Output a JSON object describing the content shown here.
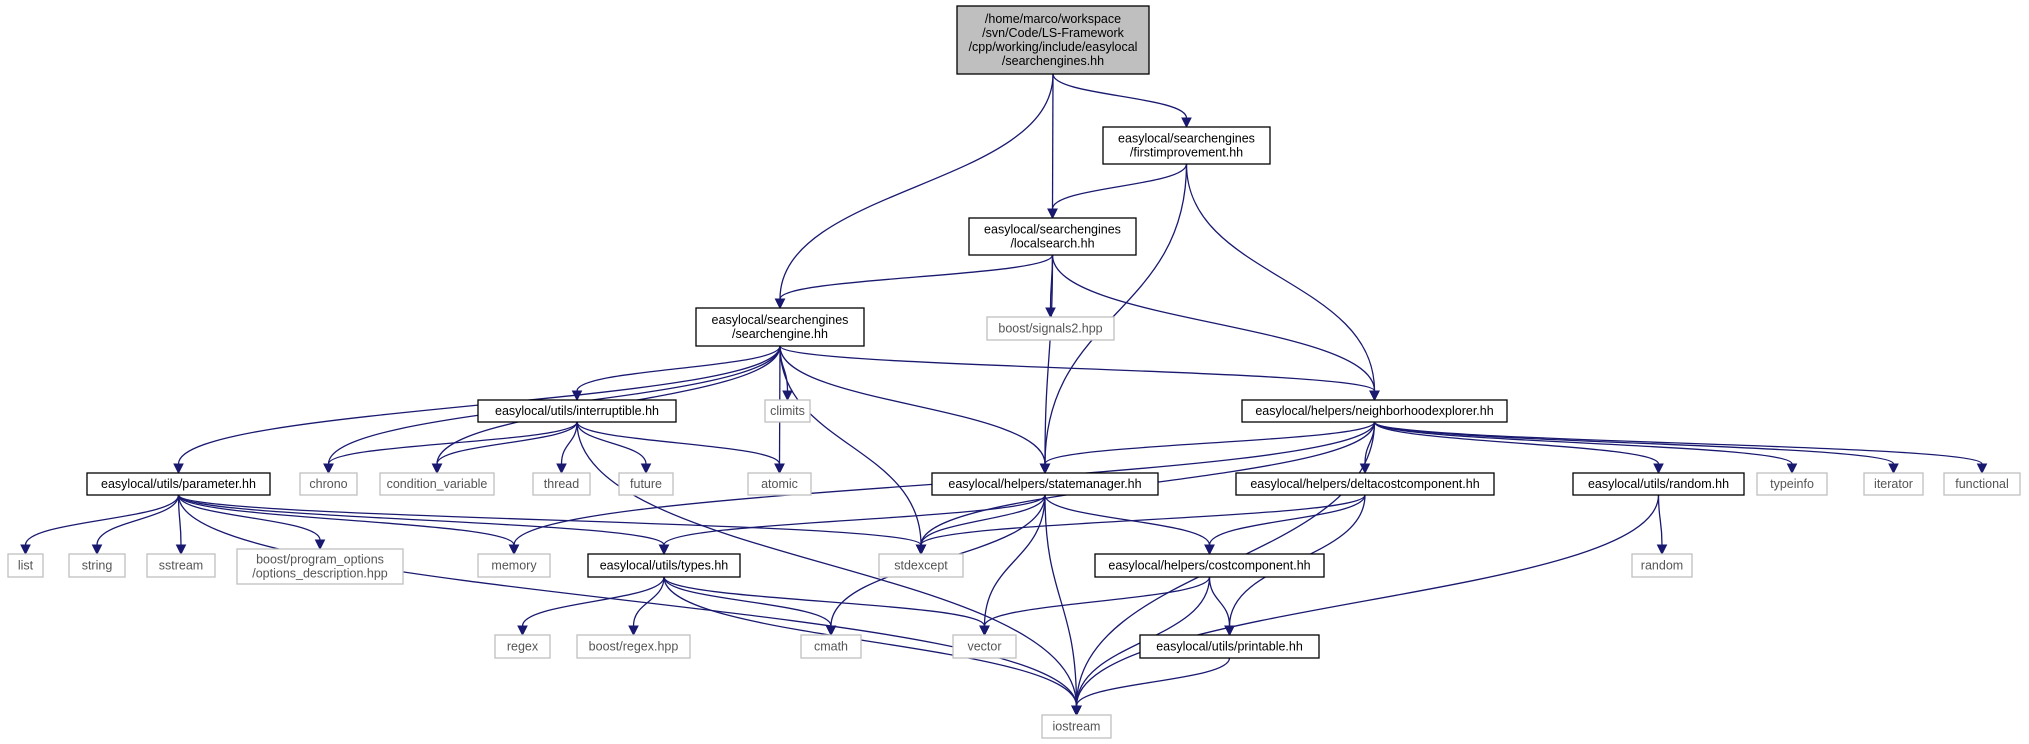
{
  "diagram": {
    "type": "include-dependency-graph",
    "colors": {
      "edge": "#191970",
      "root_fill": "#bfbfbf",
      "doc_border": "#000000",
      "system_border": "#bfbfbf",
      "background": "#ffffff"
    },
    "nodes": [
      {
        "id": "root",
        "kind": "root",
        "lines": [
          "/home/marco/workspace",
          "/svn/Code/LS-Framework",
          "/cpp/working/include/easylocal",
          "/searchengines.hh"
        ]
      },
      {
        "id": "firstimprovement",
        "kind": "doc",
        "lines": [
          "easylocal/searchengines",
          "/firstimprovement.hh"
        ]
      },
      {
        "id": "localsearch",
        "kind": "doc",
        "lines": [
          "easylocal/searchengines",
          "/localsearch.hh"
        ]
      },
      {
        "id": "searchengine",
        "kind": "doc",
        "lines": [
          "easylocal/searchengines",
          "/searchengine.hh"
        ]
      },
      {
        "id": "signals2",
        "kind": "sys",
        "lines": [
          "boost/signals2.hpp"
        ]
      },
      {
        "id": "interruptible",
        "kind": "doc",
        "lines": [
          "easylocal/utils/interruptible.hh"
        ]
      },
      {
        "id": "climits",
        "kind": "sys",
        "lines": [
          "climits"
        ]
      },
      {
        "id": "neighborhoodexplorer",
        "kind": "doc",
        "lines": [
          "easylocal/helpers/neighborhoodexplorer.hh"
        ]
      },
      {
        "id": "parameter",
        "kind": "doc",
        "lines": [
          "easylocal/utils/parameter.hh"
        ]
      },
      {
        "id": "chrono",
        "kind": "sys",
        "lines": [
          "chrono"
        ]
      },
      {
        "id": "condition_variable",
        "kind": "sys",
        "lines": [
          "condition_variable"
        ]
      },
      {
        "id": "thread",
        "kind": "sys",
        "lines": [
          "thread"
        ]
      },
      {
        "id": "future",
        "kind": "sys",
        "lines": [
          "future"
        ]
      },
      {
        "id": "atomic",
        "kind": "sys",
        "lines": [
          "atomic"
        ]
      },
      {
        "id": "statemanager",
        "kind": "doc",
        "lines": [
          "easylocal/helpers/statemanager.hh"
        ]
      },
      {
        "id": "deltacostcomponent",
        "kind": "doc",
        "lines": [
          "easylocal/helpers/deltacostcomponent.hh"
        ]
      },
      {
        "id": "random_hh",
        "kind": "doc",
        "lines": [
          "easylocal/utils/random.hh"
        ]
      },
      {
        "id": "typeinfo",
        "kind": "sys",
        "lines": [
          "typeinfo"
        ]
      },
      {
        "id": "iterator",
        "kind": "sys",
        "lines": [
          "iterator"
        ]
      },
      {
        "id": "functional",
        "kind": "sys",
        "lines": [
          "functional"
        ]
      },
      {
        "id": "list",
        "kind": "sys",
        "lines": [
          "list"
        ]
      },
      {
        "id": "string",
        "kind": "sys",
        "lines": [
          "string"
        ]
      },
      {
        "id": "sstream",
        "kind": "sys",
        "lines": [
          "sstream"
        ]
      },
      {
        "id": "options_description",
        "kind": "sys",
        "lines": [
          "boost/program_options",
          "/options_description.hpp"
        ]
      },
      {
        "id": "memory",
        "kind": "sys",
        "lines": [
          "memory"
        ]
      },
      {
        "id": "types",
        "kind": "doc",
        "lines": [
          "easylocal/utils/types.hh"
        ]
      },
      {
        "id": "stdexcept",
        "kind": "sys",
        "lines": [
          "stdexcept"
        ]
      },
      {
        "id": "costcomponent",
        "kind": "doc",
        "lines": [
          "easylocal/helpers/costcomponent.hh"
        ]
      },
      {
        "id": "random",
        "kind": "sys",
        "lines": [
          "random"
        ]
      },
      {
        "id": "regex",
        "kind": "sys",
        "lines": [
          "regex"
        ]
      },
      {
        "id": "boost_regex",
        "kind": "sys",
        "lines": [
          "boost/regex.hpp"
        ]
      },
      {
        "id": "cmath",
        "kind": "sys",
        "lines": [
          "cmath"
        ]
      },
      {
        "id": "vector",
        "kind": "sys",
        "lines": [
          "vector"
        ]
      },
      {
        "id": "printable",
        "kind": "doc",
        "lines": [
          "easylocal/utils/printable.hh"
        ]
      },
      {
        "id": "iostream",
        "kind": "sys",
        "lines": [
          "iostream"
        ]
      }
    ],
    "edges": [
      {
        "from": "root",
        "to": "searchengine"
      },
      {
        "from": "root",
        "to": "localsearch"
      },
      {
        "from": "root",
        "to": "firstimprovement"
      },
      {
        "from": "firstimprovement",
        "to": "localsearch"
      },
      {
        "from": "firstimprovement",
        "to": "statemanager"
      },
      {
        "from": "firstimprovement",
        "to": "neighborhoodexplorer"
      },
      {
        "from": "localsearch",
        "to": "searchengine"
      },
      {
        "from": "localsearch",
        "to": "signals2"
      },
      {
        "from": "localsearch",
        "to": "statemanager"
      },
      {
        "from": "localsearch",
        "to": "neighborhoodexplorer"
      },
      {
        "from": "searchengine",
        "to": "parameter"
      },
      {
        "from": "searchengine",
        "to": "chrono"
      },
      {
        "from": "searchengine",
        "to": "condition_variable"
      },
      {
        "from": "searchengine",
        "to": "interruptible"
      },
      {
        "from": "searchengine",
        "to": "atomic"
      },
      {
        "from": "searchengine",
        "to": "climits"
      },
      {
        "from": "searchengine",
        "to": "stdexcept"
      },
      {
        "from": "searchengine",
        "to": "statemanager"
      },
      {
        "from": "searchengine",
        "to": "neighborhoodexplorer"
      },
      {
        "from": "interruptible",
        "to": "chrono"
      },
      {
        "from": "interruptible",
        "to": "condition_variable"
      },
      {
        "from": "interruptible",
        "to": "thread"
      },
      {
        "from": "interruptible",
        "to": "future"
      },
      {
        "from": "interruptible",
        "to": "atomic"
      },
      {
        "from": "interruptible",
        "to": "iostream"
      },
      {
        "from": "neighborhoodexplorer",
        "to": "memory"
      },
      {
        "from": "neighborhoodexplorer",
        "to": "statemanager"
      },
      {
        "from": "neighborhoodexplorer",
        "to": "stdexcept"
      },
      {
        "from": "neighborhoodexplorer",
        "to": "deltacostcomponent"
      },
      {
        "from": "neighborhoodexplorer",
        "to": "iostream"
      },
      {
        "from": "neighborhoodexplorer",
        "to": "random_hh"
      },
      {
        "from": "neighborhoodexplorer",
        "to": "typeinfo"
      },
      {
        "from": "neighborhoodexplorer",
        "to": "iterator"
      },
      {
        "from": "neighborhoodexplorer",
        "to": "functional"
      },
      {
        "from": "parameter",
        "to": "list"
      },
      {
        "from": "parameter",
        "to": "string"
      },
      {
        "from": "parameter",
        "to": "sstream"
      },
      {
        "from": "parameter",
        "to": "options_description"
      },
      {
        "from": "parameter",
        "to": "memory"
      },
      {
        "from": "parameter",
        "to": "types"
      },
      {
        "from": "parameter",
        "to": "stdexcept"
      },
      {
        "from": "parameter",
        "to": "iostream"
      },
      {
        "from": "statemanager",
        "to": "types"
      },
      {
        "from": "statemanager",
        "to": "cmath"
      },
      {
        "from": "statemanager",
        "to": "stdexcept"
      },
      {
        "from": "statemanager",
        "to": "vector"
      },
      {
        "from": "statemanager",
        "to": "iostream"
      },
      {
        "from": "statemanager",
        "to": "costcomponent"
      },
      {
        "from": "deltacostcomponent",
        "to": "stdexcept"
      },
      {
        "from": "deltacostcomponent",
        "to": "costcomponent"
      },
      {
        "from": "deltacostcomponent",
        "to": "printable"
      },
      {
        "from": "random_hh",
        "to": "random"
      },
      {
        "from": "random_hh",
        "to": "iostream"
      },
      {
        "from": "types",
        "to": "regex"
      },
      {
        "from": "types",
        "to": "boost_regex"
      },
      {
        "from": "types",
        "to": "cmath"
      },
      {
        "from": "types",
        "to": "vector"
      },
      {
        "from": "types",
        "to": "iostream"
      },
      {
        "from": "costcomponent",
        "to": "vector"
      },
      {
        "from": "costcomponent",
        "to": "printable"
      },
      {
        "from": "costcomponent",
        "to": "iostream"
      },
      {
        "from": "printable",
        "to": "iostream"
      }
    ]
  }
}
